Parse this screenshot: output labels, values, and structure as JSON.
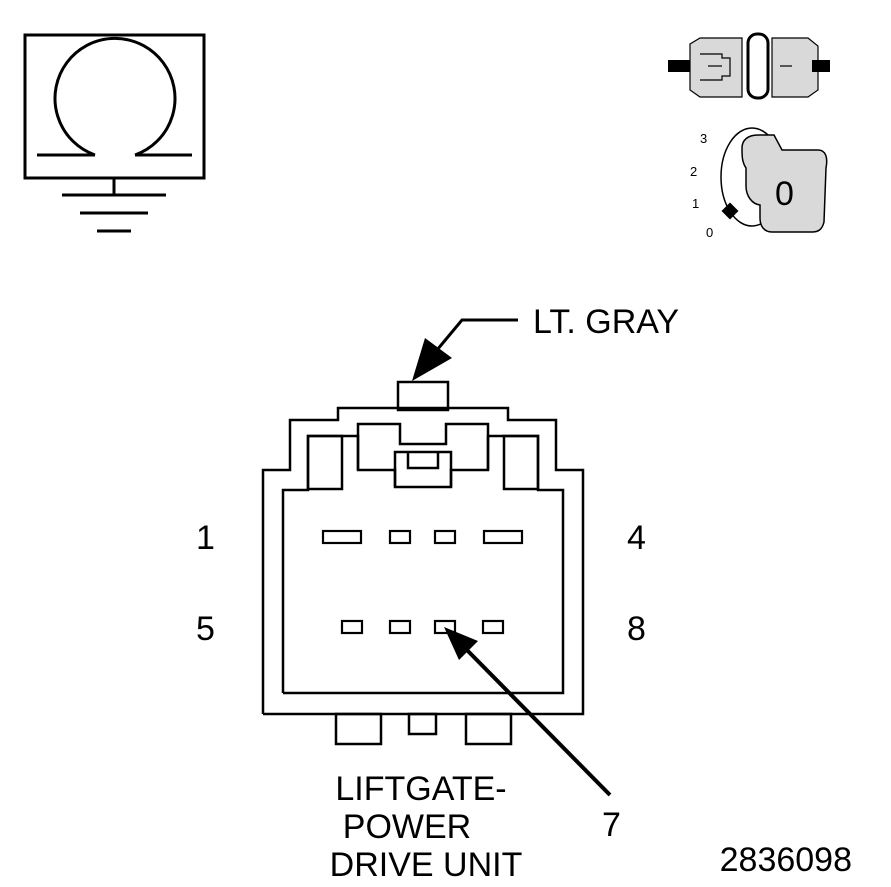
{
  "symbols": {
    "ground_symbol": "ohmmeter-ground-icon",
    "connector_view_icon": "connector-disconnected-icon",
    "ignition_icon": "ignition-key-off-icon",
    "ignition_positions": [
      "3",
      "2",
      "1",
      "0"
    ],
    "ignition_key_label": "0"
  },
  "connector": {
    "color_label": "LT. GRAY",
    "pin_labels": {
      "top_left": "1",
      "top_right": "4",
      "bottom_left": "5",
      "bottom_right": "8",
      "callout": "7"
    },
    "name_lines": [
      "LIFTGATE-",
      "POWER",
      "DRIVE UNIT"
    ]
  },
  "figure_id": "2836098",
  "colors": {
    "line": "#000000",
    "background": "#ffffff",
    "connector_icon_fill": "#d9d9d9"
  }
}
